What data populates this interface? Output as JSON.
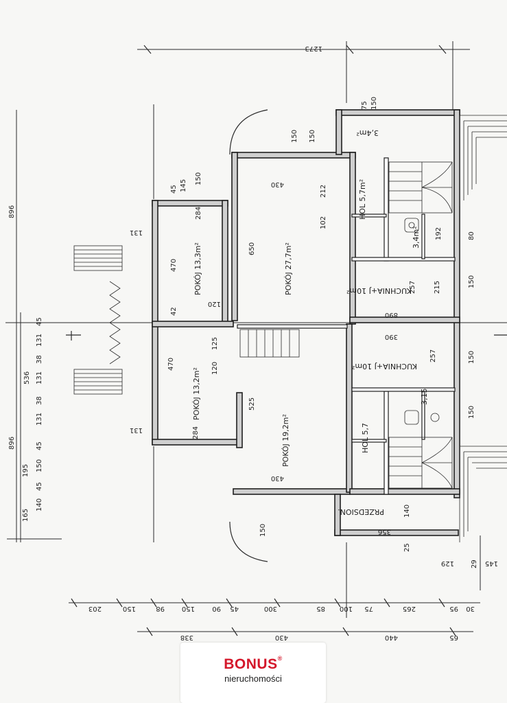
{
  "brand": {
    "name": "BONUS",
    "registered": "®",
    "subtitle": "nieruchomości",
    "color": "#d4172a"
  },
  "plan": {
    "rooms": [
      {
        "name": "POKÓJ 27,7m²"
      },
      {
        "name": "POKÓJ 19,2m²"
      },
      {
        "name": "POKÓJ 13,3m²"
      },
      {
        "name": "POKÓJ 13,2m²"
      },
      {
        "name": "HOL 5,7m²"
      },
      {
        "name": "HOL 5,7"
      },
      {
        "name": "KUCHNIA+J 10m²"
      },
      {
        "name": "KUCHNIA+J 10m²"
      },
      {
        "name": "3,4m²"
      },
      {
        "name": "3,4m²"
      },
      {
        "name": "3,15"
      },
      {
        "name": "PRZEDSION."
      }
    ],
    "dimensions": {
      "top_total": "1273",
      "left_total": "896",
      "left_wing": "536",
      "right_total": "896",
      "bottom_row1": [
        "203",
        "150",
        "98",
        "150",
        "90",
        "45",
        "300",
        "85",
        "100",
        "75",
        "265",
        "95",
        "30"
      ],
      "bottom_row2": [
        "338",
        "430",
        "440",
        "65"
      ],
      "left_row": [
        "165",
        "140",
        "45",
        "150",
        "195",
        "45",
        "131",
        "38",
        "131",
        "38",
        "131",
        "45"
      ],
      "interior": [
        "430",
        "430",
        "650",
        "525",
        "212",
        "102",
        "284",
        "284",
        "470",
        "470",
        "390",
        "890",
        "257",
        "257",
        "215",
        "192",
        "150",
        "150",
        "145",
        "150",
        "45",
        "42",
        "125",
        "120",
        "120",
        "131",
        "131",
        "80",
        "150",
        "150",
        "150",
        "150",
        "75",
        "150",
        "25",
        "356",
        "140",
        "129",
        "145",
        "29"
      ]
    }
  }
}
